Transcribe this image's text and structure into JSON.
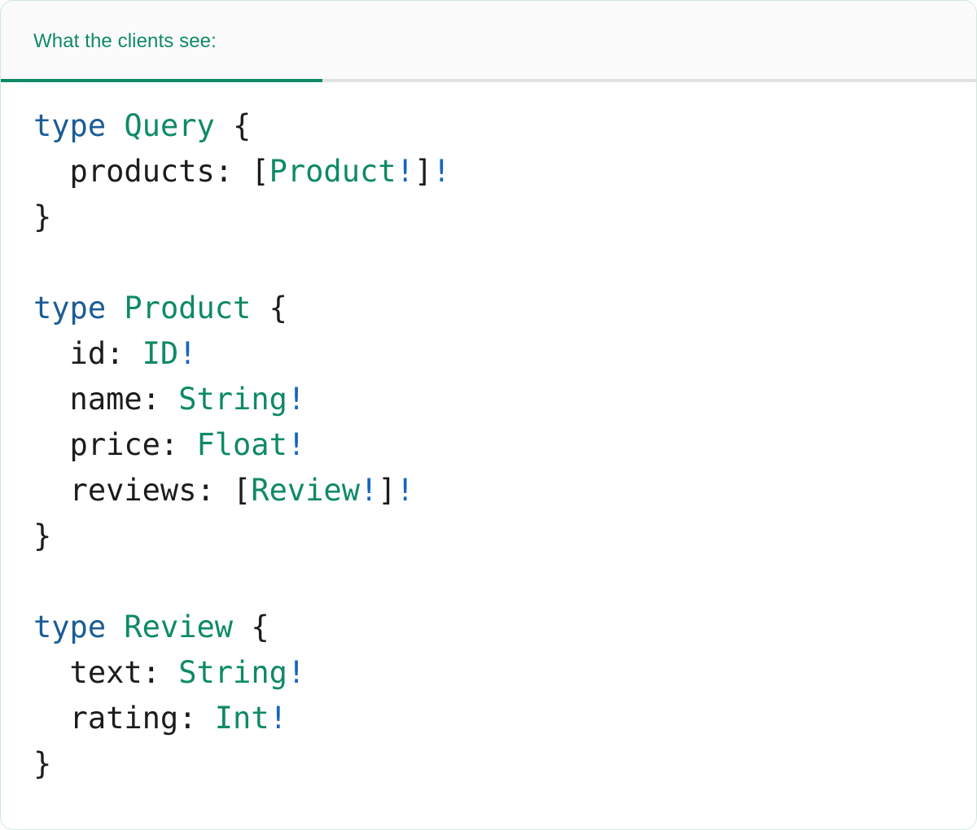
{
  "card": {
    "border_color": "#cfe8dd",
    "background": "#ffffff"
  },
  "header": {
    "background": "#fbfbfb",
    "accent_color": "#0e8a66",
    "rule_color": "#e2e2e2",
    "tabs": [
      {
        "label": "What the clients see:",
        "active": true
      }
    ]
  },
  "syntax_colors": {
    "keyword": "#1a5c96",
    "type_name": "#0e8a66",
    "punctuation": "#1c1c1c",
    "field_name": "#1c1c1c",
    "non_null_bang": "#1565c0"
  },
  "code": {
    "language": "graphql",
    "lines": [
      {
        "id": "l1",
        "tokens": [
          {
            "t": "keyword",
            "v": "type"
          },
          {
            "t": "punct",
            "v": " "
          },
          {
            "t": "type",
            "v": "Query"
          },
          {
            "t": "punct",
            "v": " {"
          }
        ]
      },
      {
        "id": "l2",
        "tokens": [
          {
            "t": "field",
            "v": "  products: "
          },
          {
            "t": "punct",
            "v": "["
          },
          {
            "t": "type",
            "v": "Product"
          },
          {
            "t": "bang",
            "v": "!"
          },
          {
            "t": "punct",
            "v": "]"
          },
          {
            "t": "bang",
            "v": "!"
          }
        ]
      },
      {
        "id": "l3",
        "tokens": [
          {
            "t": "punct",
            "v": "}"
          }
        ]
      },
      {
        "id": "l4",
        "tokens": []
      },
      {
        "id": "l5",
        "tokens": [
          {
            "t": "keyword",
            "v": "type"
          },
          {
            "t": "punct",
            "v": " "
          },
          {
            "t": "type",
            "v": "Product"
          },
          {
            "t": "punct",
            "v": " {"
          }
        ]
      },
      {
        "id": "l6",
        "tokens": [
          {
            "t": "field",
            "v": "  id: "
          },
          {
            "t": "type",
            "v": "ID"
          },
          {
            "t": "bang",
            "v": "!"
          }
        ]
      },
      {
        "id": "l7",
        "tokens": [
          {
            "t": "field",
            "v": "  name: "
          },
          {
            "t": "type",
            "v": "String"
          },
          {
            "t": "bang",
            "v": "!"
          }
        ]
      },
      {
        "id": "l8",
        "tokens": [
          {
            "t": "field",
            "v": "  price: "
          },
          {
            "t": "type",
            "v": "Float"
          },
          {
            "t": "bang",
            "v": "!"
          }
        ]
      },
      {
        "id": "l9",
        "tokens": [
          {
            "t": "field",
            "v": "  reviews: "
          },
          {
            "t": "punct",
            "v": "["
          },
          {
            "t": "type",
            "v": "Review"
          },
          {
            "t": "bang",
            "v": "!"
          },
          {
            "t": "punct",
            "v": "]"
          },
          {
            "t": "bang",
            "v": "!"
          }
        ]
      },
      {
        "id": "l10",
        "tokens": [
          {
            "t": "punct",
            "v": "}"
          }
        ]
      },
      {
        "id": "l11",
        "tokens": []
      },
      {
        "id": "l12",
        "tokens": [
          {
            "t": "keyword",
            "v": "type"
          },
          {
            "t": "punct",
            "v": " "
          },
          {
            "t": "type",
            "v": "Review"
          },
          {
            "t": "punct",
            "v": " {"
          }
        ]
      },
      {
        "id": "l13",
        "tokens": [
          {
            "t": "field",
            "v": "  text: "
          },
          {
            "t": "type",
            "v": "String"
          },
          {
            "t": "bang",
            "v": "!"
          }
        ]
      },
      {
        "id": "l14",
        "tokens": [
          {
            "t": "field",
            "v": "  rating: "
          },
          {
            "t": "type",
            "v": "Int"
          },
          {
            "t": "bang",
            "v": "!"
          }
        ]
      },
      {
        "id": "l15",
        "tokens": [
          {
            "t": "punct",
            "v": "}"
          }
        ]
      }
    ],
    "plain_text": "type Query {\n  products: [Product!]!\n}\n\ntype Product {\n  id: ID!\n  name: String!\n  price: Float!\n  reviews: [Review!]!\n}\n\ntype Review {\n  text: String!\n  rating: Int!\n}"
  }
}
